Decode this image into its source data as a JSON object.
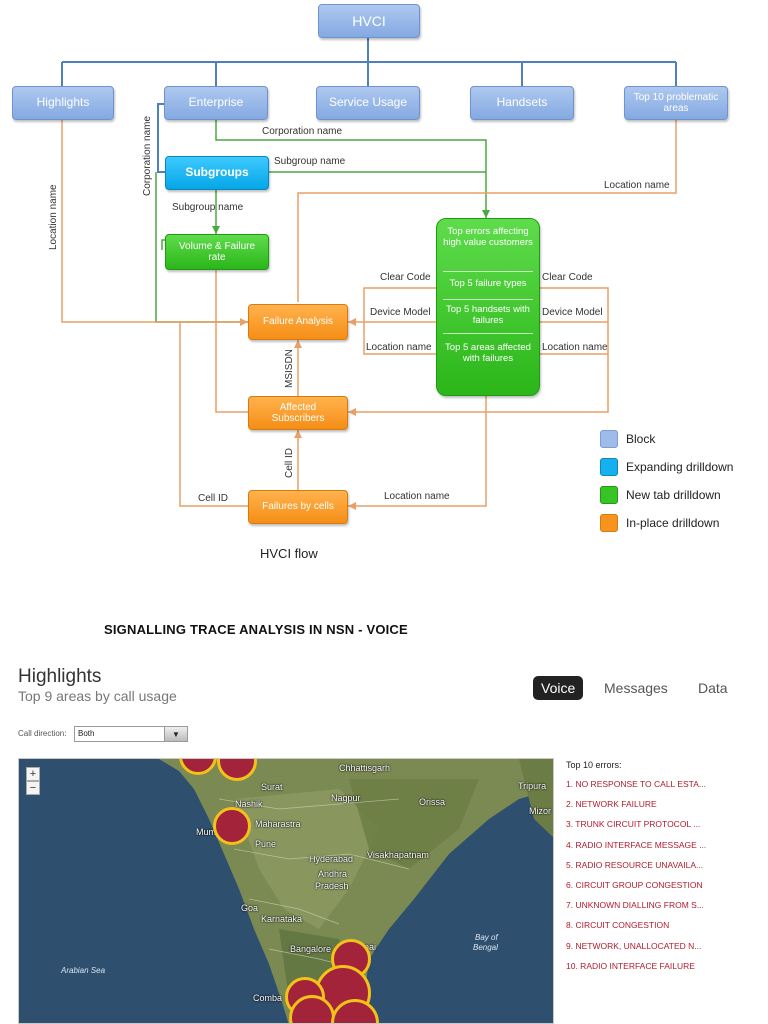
{
  "diagram": {
    "root": "HVCI",
    "tiers": [
      "Highlights",
      "Enterprise",
      "Service Usage",
      "Handsets",
      "Top 10 problematic areas"
    ],
    "subgroups": "Subgroups",
    "volume_failure": "Volume & Failure rate",
    "top_errors_segments": [
      "Top errors affecting high value customers",
      "Top 5 failure types",
      "Top 5 handsets with failures",
      "Top 5 areas affected with failures"
    ],
    "failure_analysis": "Failure Analysis",
    "affected_subscribers": "Affected Subscribers",
    "failures_by_cells": "Failures by cells",
    "labels": {
      "corporation_name": "Corporation name",
      "subgroup_name": "Subgroup name",
      "location_name": "Location name",
      "clear_code": "Clear Code",
      "device_model": "Device Model",
      "msisdn": "MSISDN",
      "cell_id": "Cell ID"
    },
    "legend": [
      {
        "label": "Block",
        "color": "#9ebbe9"
      },
      {
        "label": "Expanding drilldown",
        "color": "#15b1ef"
      },
      {
        "label": "New tab drilldown",
        "color": "#39c426"
      },
      {
        "label": "In-place drilldown",
        "color": "#f7941d"
      }
    ],
    "caption": "HVCI flow"
  },
  "section_title": "SIGNALLING TRACE ANALYSIS IN NSN - VOICE",
  "dashboard": {
    "title": "Highlights",
    "subtitle": "Top 9 areas by call usage",
    "tabs": [
      {
        "label": "Voice",
        "active": true
      },
      {
        "label": "Messages",
        "active": false
      },
      {
        "label": "Data",
        "active": false
      }
    ],
    "call_direction_label": "Call direction:",
    "call_direction_value": "Both",
    "map": {
      "zoom_in": "+",
      "zoom_out": "−",
      "places": [
        "Chhattisgarh",
        "Tripura",
        "Surat",
        "Nagpur",
        "Orissa",
        "Mizor",
        "Nashik",
        "Maharastra",
        "Mum",
        "Pune",
        "Hyderabad",
        "Visakhapatnam",
        "Andhra",
        "Pradesh",
        "Goa",
        "Karnataka",
        "Bangalore",
        "nai",
        "Bay of",
        "Bengal",
        "Arabian Sea",
        "Comba"
      ]
    },
    "errors_title": "Top 10 errors:",
    "errors": [
      "1.  NO RESPONSE TO CALL ESTA...",
      "2.  NETWORK FAILURE",
      "3.  TRUNK CIRCUIT PROTOCOL ...",
      "4.  RADIO INTERFACE MESSAGE ...",
      "5.  RADIO RESOURCE UNAVAILA...",
      "6.  CIRCUIT GROUP CONGESTION",
      "7.  UNKNOWN DIALLING FROM S...",
      "8.  CIRCUIT CONGESTION",
      "9.  NETWORK, UNALLOCATED N...",
      "10. RADIO INTERFACE FAILURE"
    ]
  }
}
